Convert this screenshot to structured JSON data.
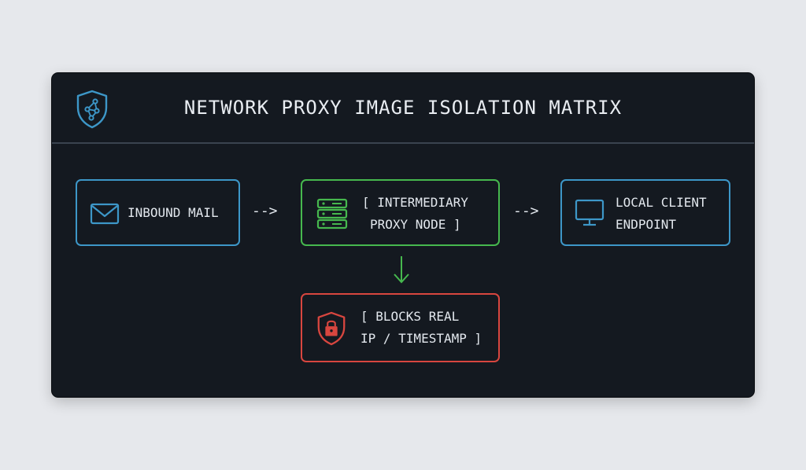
{
  "header": {
    "title": "NETWORK PROXY IMAGE ISOLATION MATRIX",
    "logo_icon": "shield-network-icon"
  },
  "nodes": {
    "inbound": {
      "icon": "mail-icon",
      "line1": "INBOUND MAIL",
      "line2": ""
    },
    "proxy": {
      "icon": "server-stack-icon",
      "line1": "[ INTERMEDIARY",
      "line2": "PROXY NODE ]"
    },
    "client": {
      "icon": "monitor-icon",
      "line1": "LOCAL CLIENT",
      "line2": "ENDPOINT"
    },
    "blocks": {
      "icon": "shield-lock-icon",
      "line1": "[ BLOCKS REAL",
      "line2": "IP / TIMESTAMP ]"
    }
  },
  "arrows": {
    "a1": "-->",
    "a2": "-->"
  },
  "colors": {
    "blue": "#3d97c8",
    "green": "#46b84e",
    "red": "#d8463f",
    "panel": "#141920"
  }
}
